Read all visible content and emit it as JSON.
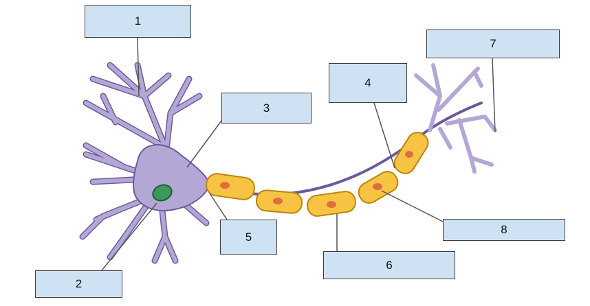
{
  "colors": {
    "neuron_body": "#b4a7d6",
    "neuron_outline": "#6a5a9c",
    "nucleus": "#3a9a5a",
    "myelin_fill": "#f6c343",
    "myelin_outline": "#b8860b",
    "schwann_nucleus": "#e06c3f",
    "label_box_fill": "#cfe2f3",
    "leader_line": "#555555"
  },
  "labels": {
    "l1": "1",
    "l2": "2",
    "l3": "3",
    "l4": "4",
    "l5": "5",
    "l6": "6",
    "l7": "7",
    "l8": "8"
  }
}
